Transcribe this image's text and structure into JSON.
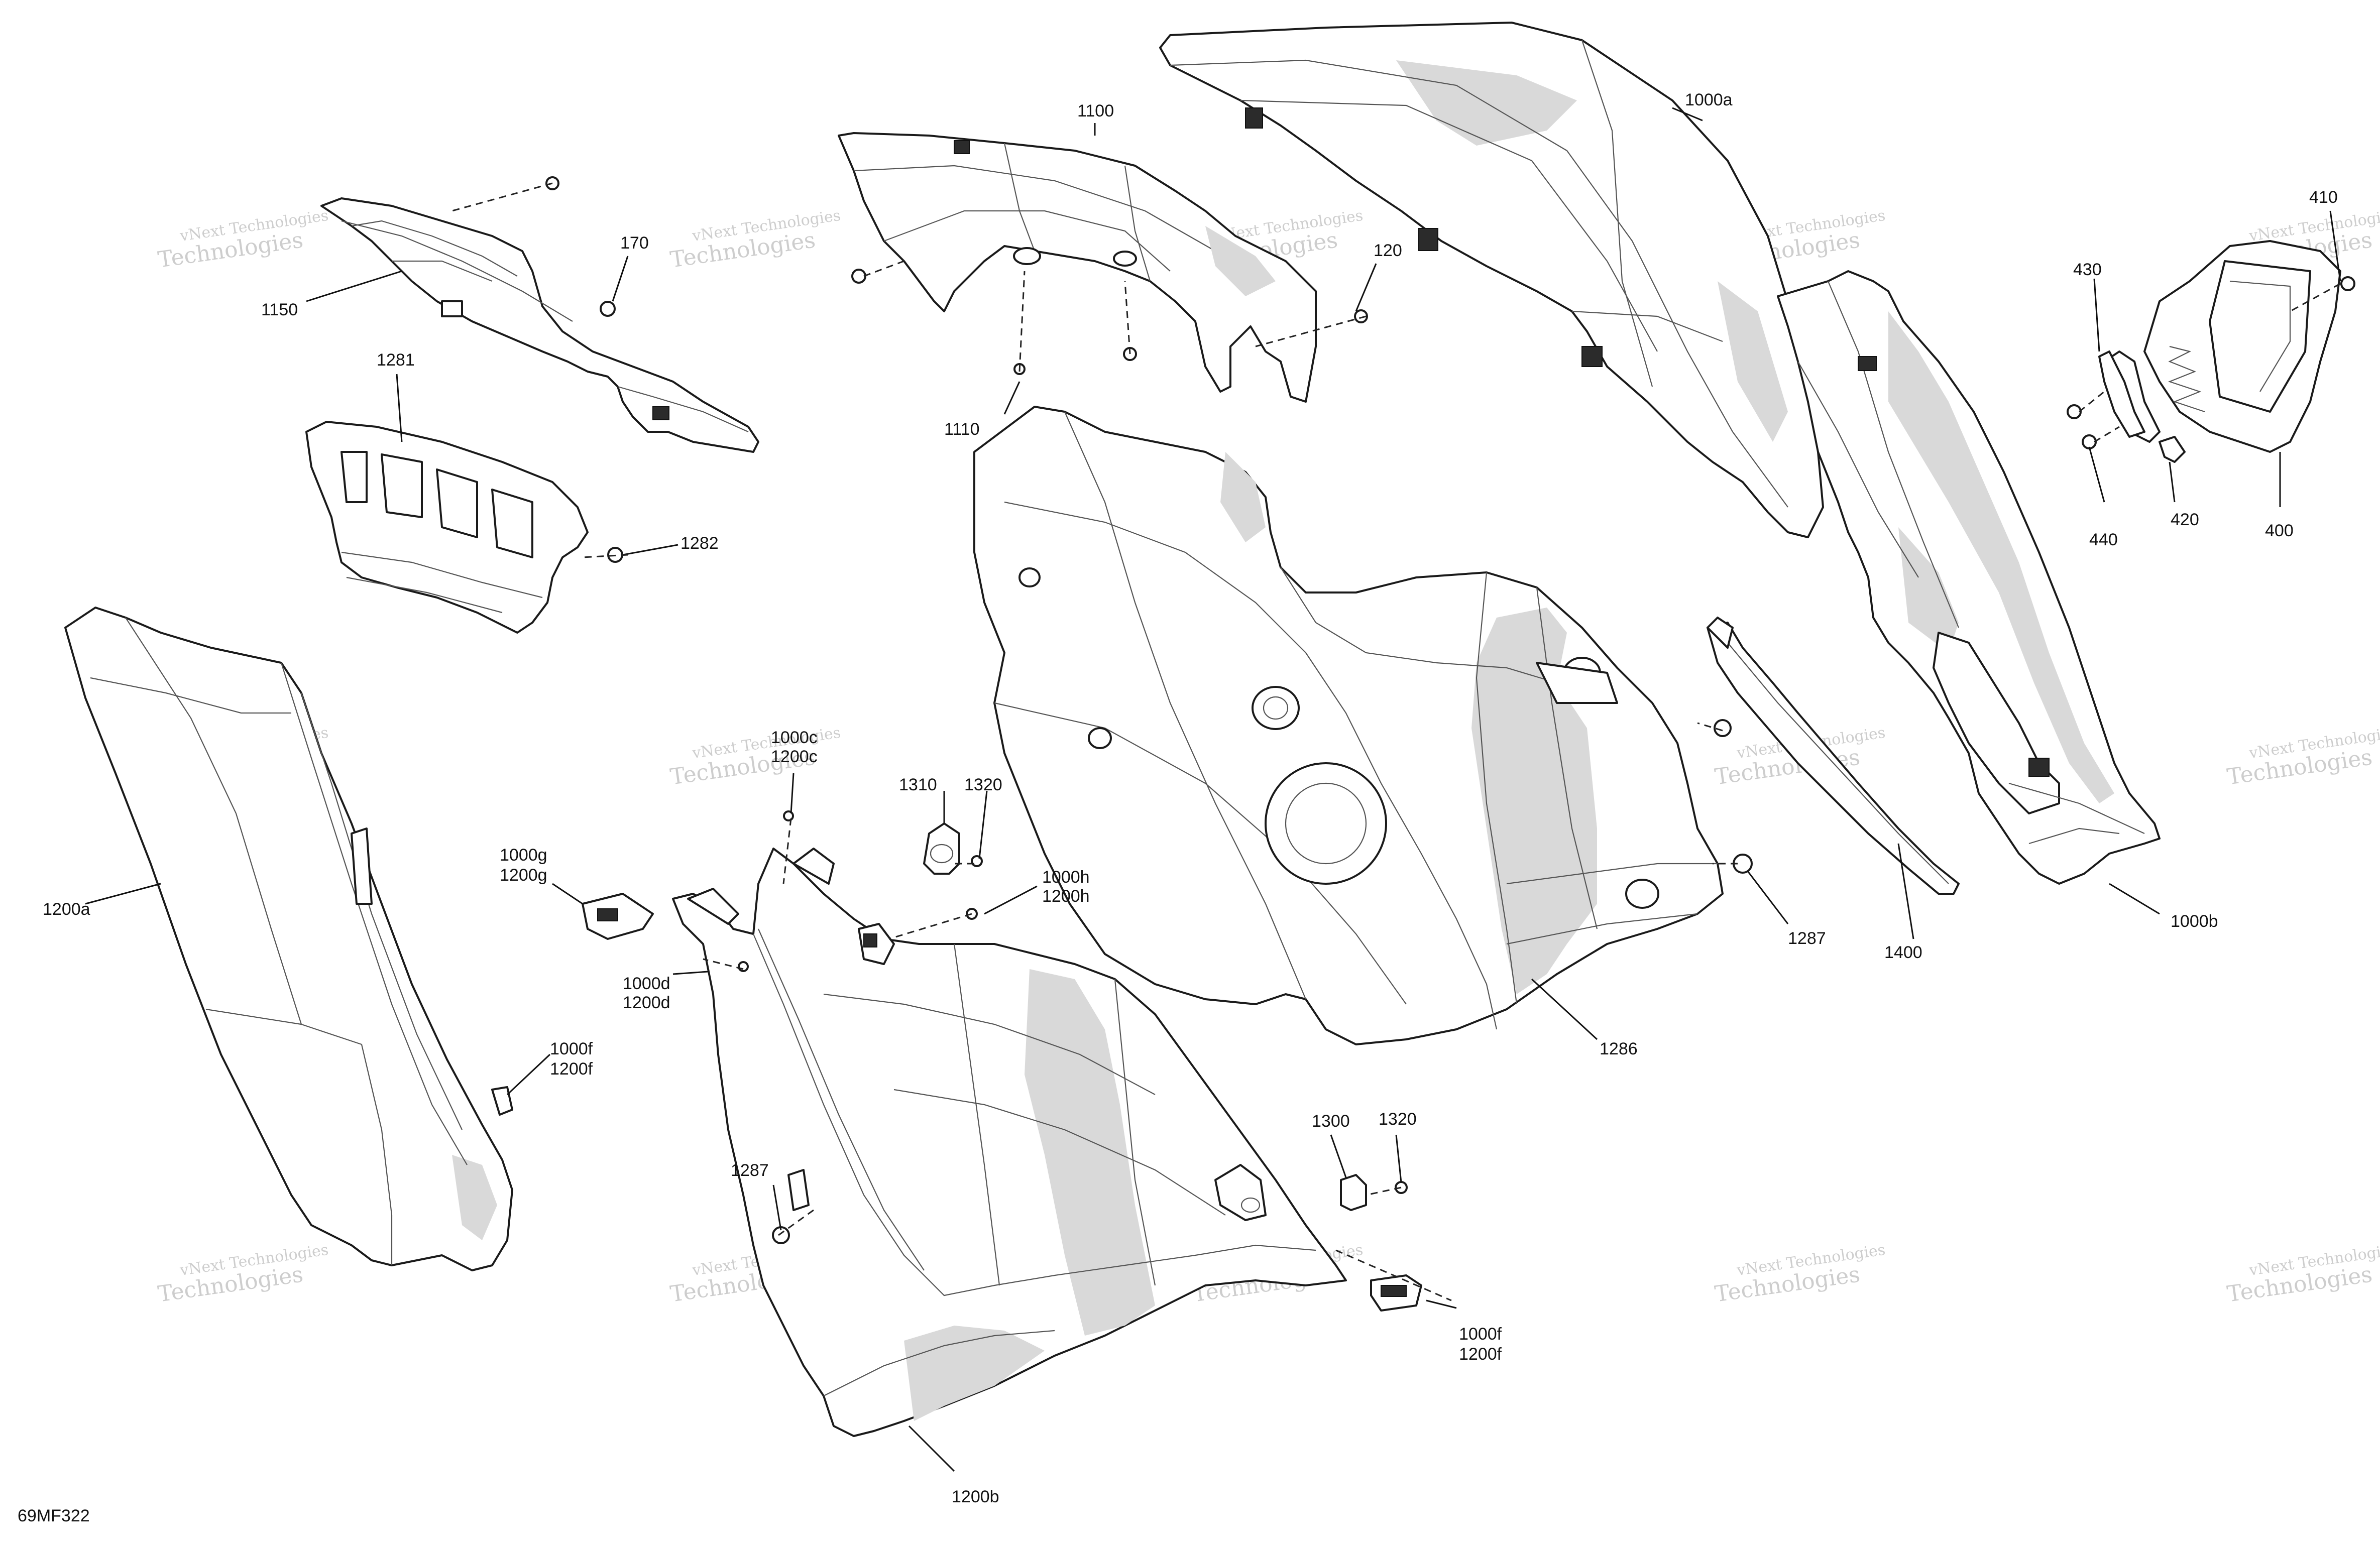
{
  "drawing_ref": "69MF322",
  "watermark": {
    "line1": "vNext Technologies",
    "line2": "Technologies"
  },
  "callouts": {
    "c1000a": "1000a",
    "c1100": "1100",
    "c120": "120",
    "c170": "170",
    "c1150": "1150",
    "c1110": "1110",
    "c1281": "1281",
    "c1282": "1282",
    "c410": "410",
    "c430": "430",
    "c440": "440",
    "c420": "420",
    "c400": "400",
    "c1200a": "1200a",
    "c1000c": "1000c",
    "c1200c": "1200c",
    "c1310": "1310",
    "c1320a": "1320",
    "c1000g": "1000g",
    "c1200g": "1200g",
    "c1000h": "1000h",
    "c1200h": "1200h",
    "c1000d": "1000d",
    "c1200d": "1200d",
    "c1287a": "1287",
    "c1400": "1400",
    "c1000b": "1000b",
    "c1286": "1286",
    "c1000f_left": "1000f",
    "c1200f_left": "1200f",
    "c1300": "1300",
    "c1320b": "1320",
    "c1287b": "1287",
    "c1000f_right": "1000f",
    "c1200f_right": "1200f",
    "c1200b": "1200b"
  }
}
